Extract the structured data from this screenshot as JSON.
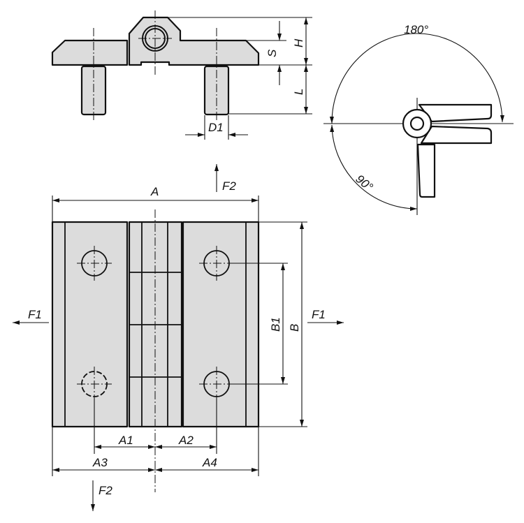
{
  "labels": {
    "H": "H",
    "S": "S",
    "L": "L",
    "D1": "D1",
    "A": "A",
    "B": "B",
    "B1": "B1",
    "A1": "A1",
    "A2": "A2",
    "A3": "A3",
    "A4": "A4",
    "F1_left": "F1",
    "F1_right": "F1",
    "F2_top": "F2",
    "F2_bottom": "F2",
    "angle_180": "180°",
    "angle_90": "90°"
  },
  "colors": {
    "part_fill": "#dcdcdc",
    "line": "#111111"
  }
}
